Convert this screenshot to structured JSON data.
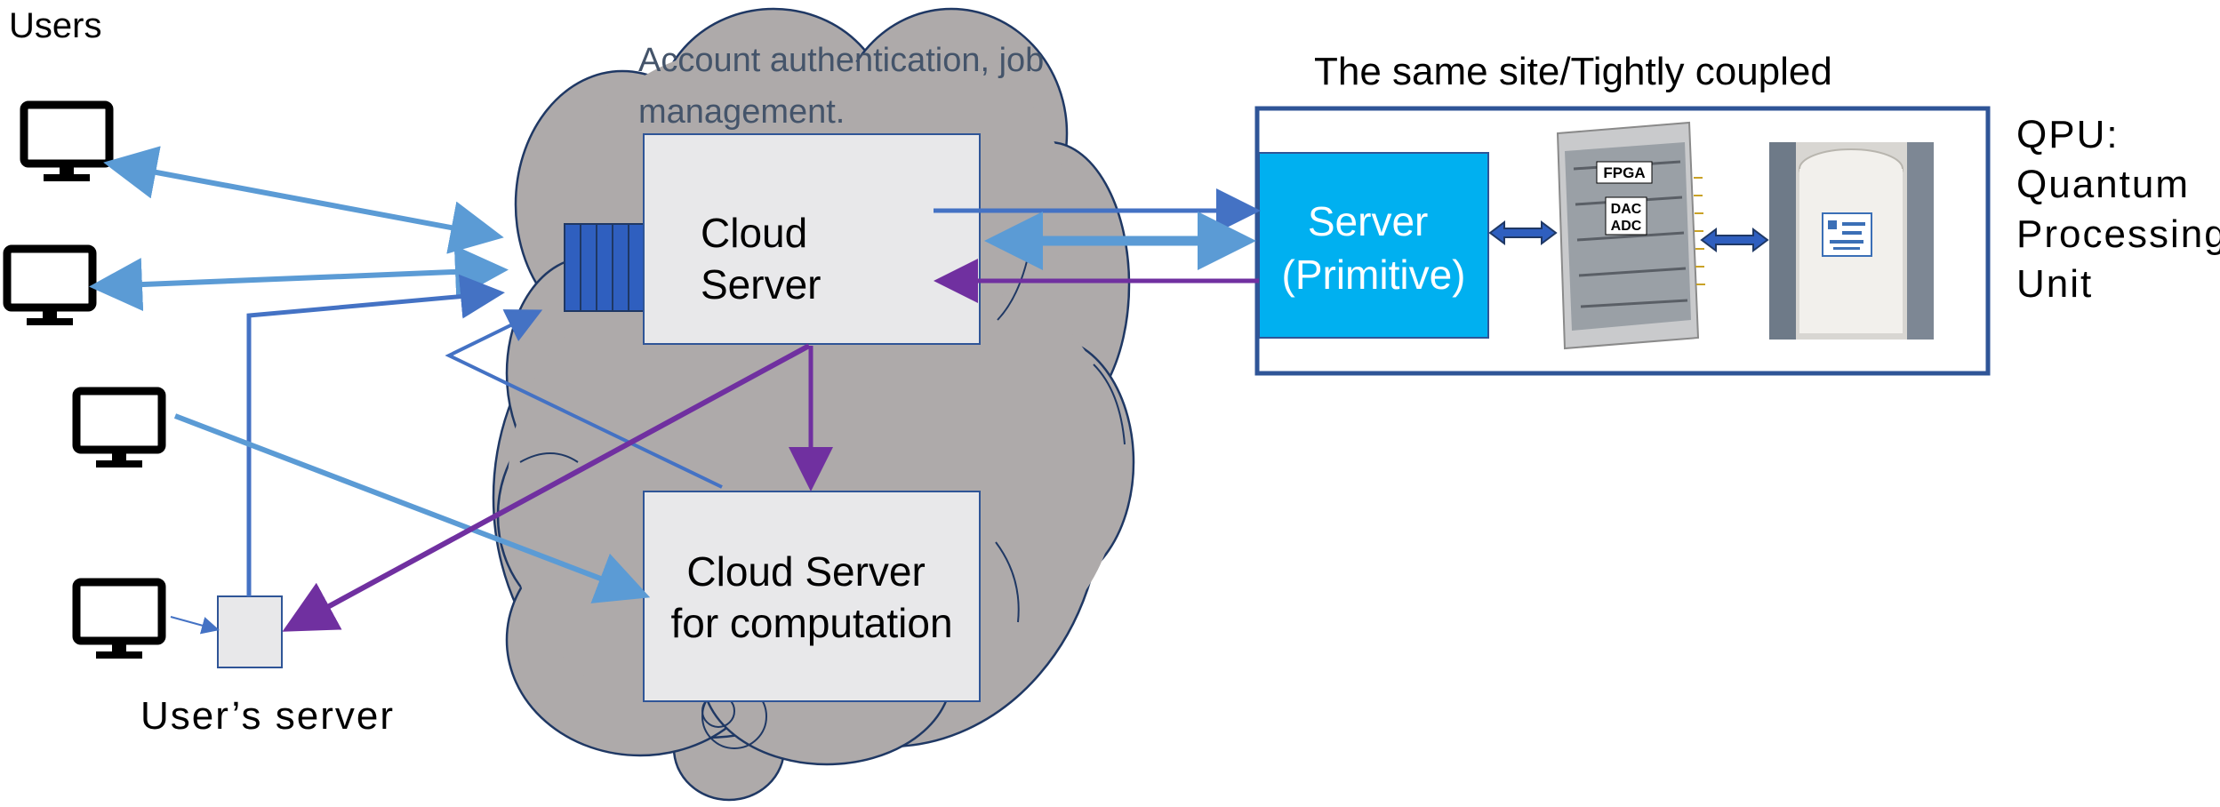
{
  "labels": {
    "users": "Users",
    "cloud_note": "Account authentication, job management.",
    "site_title": "The same site/Tightly coupled",
    "qpu": [
      "QPU:",
      "Quantum",
      "Processing",
      "Unit"
    ],
    "users_server": "User’s server"
  },
  "boxes": {
    "cloud_server": [
      "Cloud",
      "Server"
    ],
    "compute_server": [
      "Cloud Server",
      "for computation"
    ],
    "primitive_server": [
      "Server",
      "(Primitive)"
    ]
  },
  "hardware": {
    "fpga": "FPGA",
    "dac": "DAC",
    "adc": "ADC"
  },
  "colors": {
    "cloud_fill": "#aeaaaa",
    "box_fill": "#e8e8ea",
    "box_border": "#2f5597",
    "primitive_fill": "#00b0f0",
    "arrow_light": "#5b9bd5",
    "arrow_mid": "#4472c4",
    "arrow_purple": "#7030a0",
    "site_border": "#2f5597"
  }
}
